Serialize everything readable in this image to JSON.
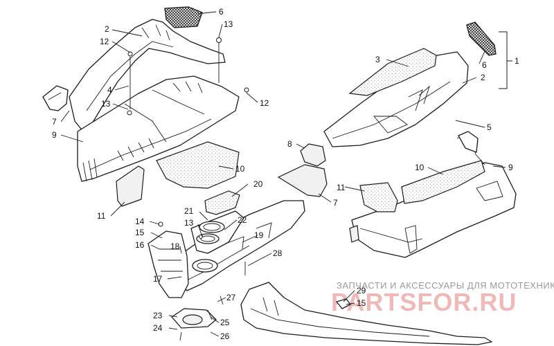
{
  "callouts": [
    {
      "id": "c1",
      "label": "1"
    },
    {
      "id": "c2a",
      "label": "2"
    },
    {
      "id": "c2b",
      "label": "2"
    },
    {
      "id": "c3",
      "label": "3"
    },
    {
      "id": "c4",
      "label": "4"
    },
    {
      "id": "c5",
      "label": "5"
    },
    {
      "id": "c6a",
      "label": "6"
    },
    {
      "id": "c6b",
      "label": "6"
    },
    {
      "id": "c7a",
      "label": "7"
    },
    {
      "id": "c7b",
      "label": "7"
    },
    {
      "id": "c8",
      "label": "8"
    },
    {
      "id": "c9a",
      "label": "9"
    },
    {
      "id": "c9b",
      "label": "9"
    },
    {
      "id": "c10a",
      "label": "10"
    },
    {
      "id": "c10b",
      "label": "10"
    },
    {
      "id": "c11a",
      "label": "11"
    },
    {
      "id": "c11b",
      "label": "11"
    },
    {
      "id": "c12a",
      "label": "12"
    },
    {
      "id": "c12b",
      "label": "12"
    },
    {
      "id": "c13a",
      "label": "13"
    },
    {
      "id": "c13b",
      "label": "13"
    },
    {
      "id": "c13c",
      "label": "13"
    },
    {
      "id": "c14",
      "label": "14"
    },
    {
      "id": "c15a",
      "label": "15"
    },
    {
      "id": "c15b",
      "label": "15"
    },
    {
      "id": "c16",
      "label": "16"
    },
    {
      "id": "c17",
      "label": "17"
    },
    {
      "id": "c18",
      "label": "18"
    },
    {
      "id": "c19",
      "label": "19"
    },
    {
      "id": "c20",
      "label": "20"
    },
    {
      "id": "c21",
      "label": "21"
    },
    {
      "id": "c22",
      "label": "22"
    },
    {
      "id": "c23",
      "label": "23"
    },
    {
      "id": "c24",
      "label": "24"
    },
    {
      "id": "c25",
      "label": "25"
    },
    {
      "id": "c26",
      "label": "26"
    },
    {
      "id": "c27",
      "label": "27"
    },
    {
      "id": "c28",
      "label": "28"
    },
    {
      "id": "c29",
      "label": "29"
    }
  ],
  "watermark": {
    "tagline": "ЗАПЧАСТИ И АКСЕССУАРЫ ДЛЯ МОТОТЕХНИКИ",
    "site": "PARTSFOR.RU"
  },
  "colors": {
    "line": "#1a1a1a",
    "background": "#ffffff",
    "watermark_text": "#9a9a9a",
    "watermark_logo": "#e9a2a2"
  }
}
